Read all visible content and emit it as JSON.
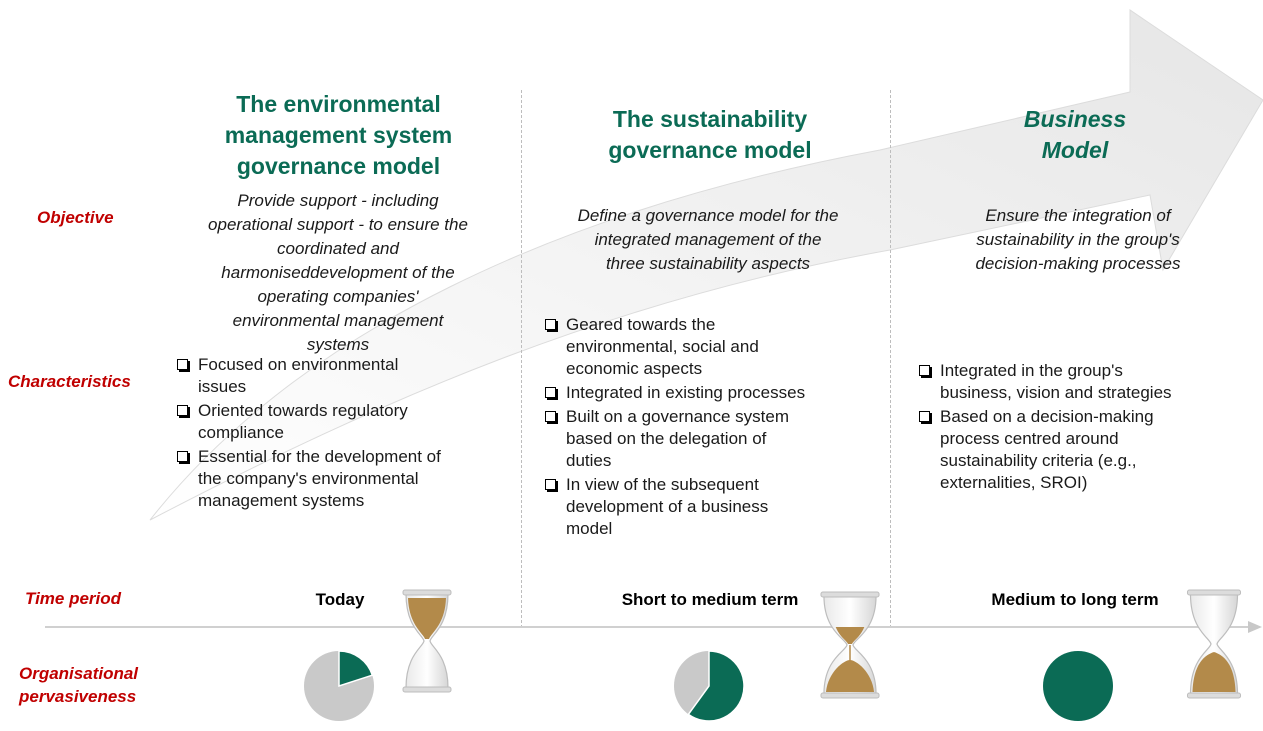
{
  "row_labels": {
    "objective": "Objective",
    "characteristics": "Characteristics",
    "time_period": "Time period",
    "organisational": [
      "Organisational",
      "pervasiveness"
    ]
  },
  "columns": [
    {
      "title": [
        "The environmental",
        "management system",
        "governance model"
      ],
      "title_italic": false,
      "objective": [
        "Provide support - including",
        "operational support - to ensure the",
        "coordinated and",
        "harmoniseddevelopment of the",
        "operating companies'",
        "environmental management",
        "systems"
      ],
      "characteristics": [
        [
          "Focused on environmental",
          "issues"
        ],
        [
          "Oriented towards regulatory",
          "compliance"
        ],
        [
          "Essential for the development of",
          "the company's environmental",
          "management systems"
        ]
      ],
      "period": "Today",
      "pervasiveness": 0.2
    },
    {
      "title": [
        "The sustainability",
        "governance model"
      ],
      "title_italic": false,
      "objective": [
        "Define a governance model for the",
        "integrated management of the",
        "three sustainability aspects"
      ],
      "characteristics": [
        [
          "Geared towards the",
          "environmental, social and",
          "economic aspects"
        ],
        [
          "Integrated in existing processes"
        ],
        [
          "Built on a governance system",
          "based on the delegation of",
          "duties"
        ],
        [
          "In view of the subsequent",
          "development of a business",
          "model"
        ]
      ],
      "period": "Short to medium term",
      "pervasiveness": 0.6
    },
    {
      "title": [
        "Business",
        "Model"
      ],
      "title_italic": true,
      "objective": [
        "Ensure the integration of",
        "sustainability in the group's",
        "decision-making processes"
      ],
      "characteristics": [
        [
          "Integrated in the group's",
          "business, vision and strategies"
        ],
        [
          "Based on a decision-making",
          "process centred around",
          "sustainability criteria (e.g.,",
          "externalities, SROI)"
        ]
      ],
      "period": "Medium to long term",
      "pervasiveness": 1.0
    }
  ],
  "colors": {
    "green": "#0b6b55",
    "red": "#c00000",
    "pie_grey": "#c9c9c9",
    "sand": "#b38a4a"
  },
  "icons": [
    "hourglass-icon",
    "checkbox-bullet-icon",
    "timeline-arrow-icon"
  ]
}
